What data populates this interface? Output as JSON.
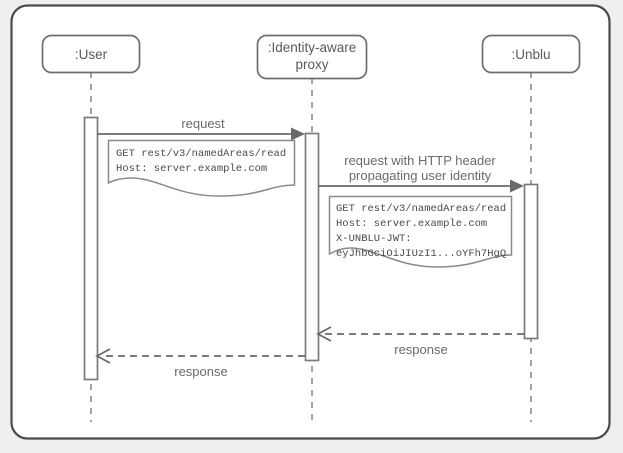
{
  "diagram": {
    "type": "uml-sequence-diagram",
    "frame": {
      "border_color": "#4a4a4a",
      "fill": "#ffffff",
      "page_background": "#efefef"
    },
    "colors": {
      "lifeline_box_stroke": "#6e6e6e",
      "lifeline_dash": "#8a8a8a",
      "activation_stroke": "#7a7a7a",
      "message_line": "#6a6a6a",
      "note_stroke": "#8a8a8a",
      "text": "#5a5a5a"
    },
    "participants": [
      {
        "id": "user",
        "label": ":User"
      },
      {
        "id": "proxy",
        "label": ":Identity-aware\nproxy",
        "label_line1": ":Identity-aware",
        "label_line2": "proxy"
      },
      {
        "id": "unblu",
        "label": ":Unblu"
      }
    ],
    "messages": [
      {
        "id": "msg-request",
        "from": "user",
        "to": "proxy",
        "label": "request",
        "label_lines": [
          "request"
        ],
        "kind": "synchronous",
        "arrow": "filled"
      },
      {
        "id": "msg-request-with-header",
        "from": "proxy",
        "to": "unblu",
        "label": "request with HTTP header propagating user identity",
        "label_lines": [
          "request with HTTP header",
          "propagating user identity"
        ],
        "kind": "synchronous",
        "arrow": "filled"
      },
      {
        "id": "msg-response-unblu",
        "from": "unblu",
        "to": "proxy",
        "label": "response",
        "label_lines": [
          "response"
        ],
        "kind": "return",
        "arrow": "open-dashed"
      },
      {
        "id": "msg-response-proxy",
        "from": "proxy",
        "to": "user",
        "label": "response",
        "label_lines": [
          "response"
        ],
        "kind": "return",
        "arrow": "open-dashed"
      }
    ],
    "notes": [
      {
        "id": "note-request",
        "attached_to": "msg-request",
        "lines": [
          "GET rest/v3/namedAreas/read",
          "Host: server.example.com"
        ]
      },
      {
        "id": "note-request-with-header",
        "attached_to": "msg-request-with-header",
        "lines": [
          "GET rest/v3/namedAreas/read",
          "Host: server.example.com",
          "X-UNBLU-JWT:",
          "eyJhbGciOiJIUzI1...oYFh7HgQ"
        ]
      }
    ]
  }
}
